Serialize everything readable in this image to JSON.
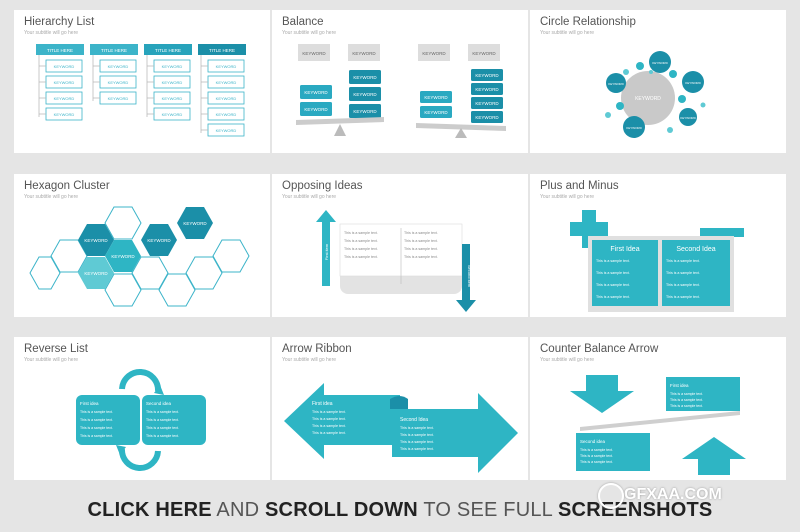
{
  "subtitle": "Your subtitle will go here",
  "slides": [
    {
      "title": "Hierarchy List"
    },
    {
      "title": "Balance"
    },
    {
      "title": "Circle Relationship"
    },
    {
      "title": "Hexagon Cluster"
    },
    {
      "title": "Opposing Ideas"
    },
    {
      "title": "Plus and Minus"
    },
    {
      "title": "Reverse List"
    },
    {
      "title": "Arrow Ribbon"
    },
    {
      "title": "Counter Balance Arrow"
    }
  ],
  "labels": {
    "title_here": "TITLE HERE",
    "keyword": "KEYWORD",
    "first_idea": "First Idea",
    "second_idea": "Second Idea",
    "first_idea_small": "First idea",
    "second_idea_small": "Second idea",
    "first_item": "First item",
    "second_item": "Second item",
    "sample": "This is a sample text. Enter your Description here. This is a sample text.",
    "sample_short": "This is a sample text."
  },
  "banner": {
    "p1": "CLICK HERE",
    "p2": " AND ",
    "p3": "SCROLL DOWN",
    "p4": " TO SEE FULL ",
    "p5": "SCREENSHOTS"
  },
  "watermark": "GFXAA.COM",
  "colors": {
    "accent": "#2eb5c4",
    "dark": "#1b8fa8",
    "light": "#5fcad4",
    "navy": "#0f7f9a"
  }
}
